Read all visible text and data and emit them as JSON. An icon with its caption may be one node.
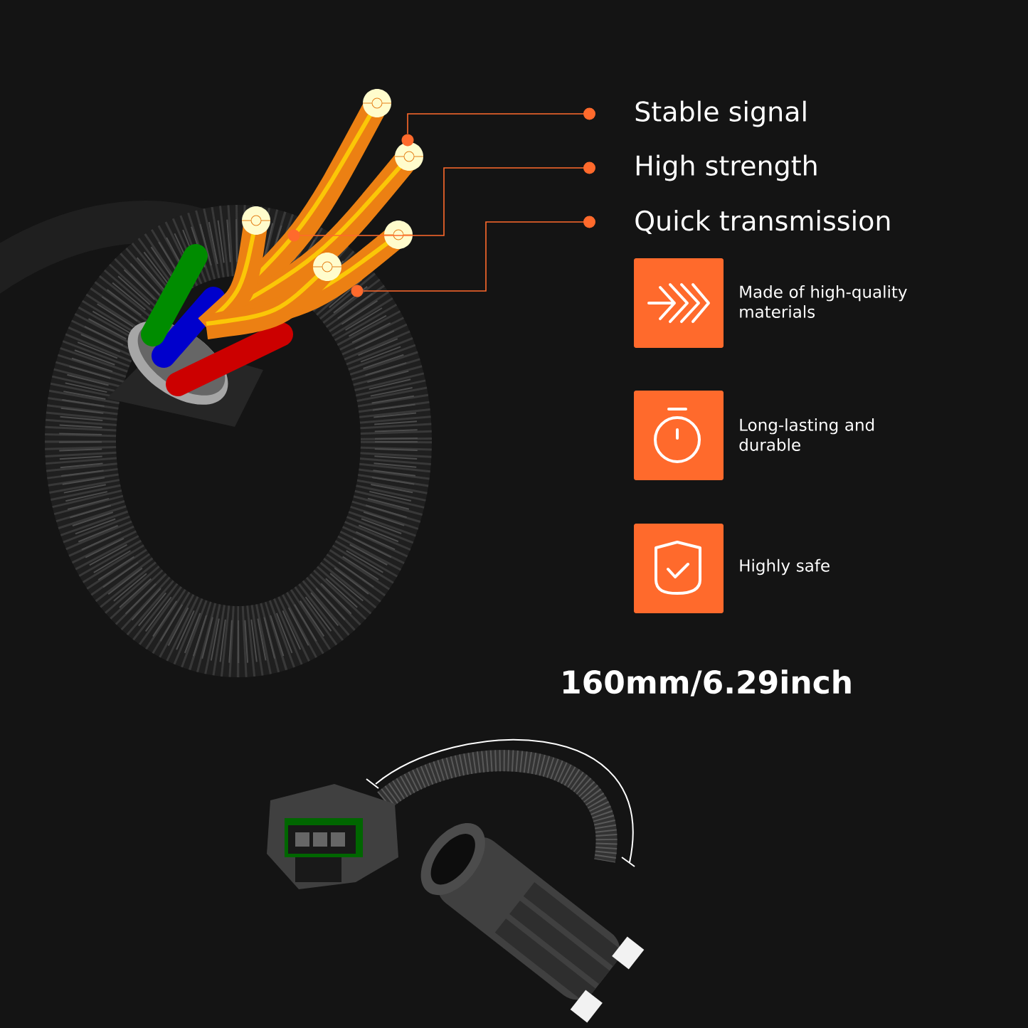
{
  "diagram": {
    "nodes": [
      {
        "text": [
          "Stable signal"
        ]
      },
      {
        "text": [
          "High strength"
        ]
      },
      {
        "text": [
          "Quick transmission"
        ]
      },
      {
        "text": [],
        "shape": "circle"
      },
      {
        "text": [],
        "shape": "circle"
      },
      {
        "text": [],
        "shape": "circle"
      }
    ],
    "edges": [
      {
        "from": 0,
        "to": 3,
        "arrow": "other"
      },
      {
        "from": 1,
        "to": 4,
        "arrow": "other"
      },
      {
        "from": 2,
        "to": 5,
        "arrow": "other"
      }
    ],
    "labels": [
      "Made of high-quality materials",
      "Long-lasting and durable",
      "Highly safe",
      "160mm/6.29inch"
    ]
  }
}
